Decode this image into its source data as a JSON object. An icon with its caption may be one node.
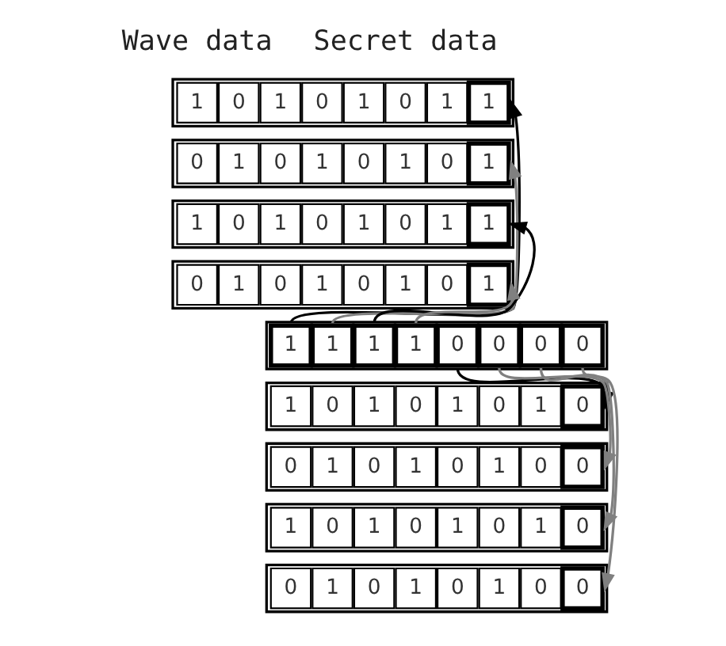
{
  "diagram": {
    "nodes": [
      {
        "text": [],
        "shape": "box"
      },
      {
        "text": [
          "1"
        ],
        "in": 0
      },
      {
        "text": [
          "0"
        ],
        "in": 0
      },
      {
        "text": [
          "1"
        ],
        "in": 0
      },
      {
        "text": [
          "0"
        ],
        "in": 0
      },
      {
        "text": [
          "1"
        ],
        "in": 0
      },
      {
        "text": [
          "0"
        ],
        "in": 0
      },
      {
        "text": [
          "1"
        ],
        "in": 0
      },
      {
        "text": [
          "1"
        ],
        "in": 0
      },
      {
        "text": [],
        "shape": "box"
      },
      {
        "text": [
          "0"
        ],
        "in": 9
      },
      {
        "text": [
          "1"
        ],
        "in": 9
      },
      {
        "text": [
          "0"
        ],
        "in": 9
      },
      {
        "text": [
          "1"
        ],
        "in": 9
      },
      {
        "text": [
          "0"
        ],
        "in": 9
      },
      {
        "text": [
          "1"
        ],
        "in": 9
      },
      {
        "text": [
          "0"
        ],
        "in": 9
      },
      {
        "text": [
          "1"
        ],
        "in": 9
      },
      {
        "text": [],
        "shape": "box"
      },
      {
        "text": [
          "1"
        ],
        "in": 18
      },
      {
        "text": [
          "0"
        ],
        "in": 18
      },
      {
        "text": [
          "1"
        ],
        "in": 18
      },
      {
        "text": [
          "0"
        ],
        "in": 18
      },
      {
        "text": [
          "1"
        ],
        "in": 18
      },
      {
        "text": [
          "0"
        ],
        "in": 18
      },
      {
        "text": [
          "1"
        ],
        "in": 18
      },
      {
        "text": [
          "1"
        ],
        "in": 18
      },
      {
        "text": [],
        "shape": "box"
      },
      {
        "text": [
          "0"
        ],
        "in": 27
      },
      {
        "text": [
          "1"
        ],
        "in": 27
      },
      {
        "text": [
          "0"
        ],
        "in": 27
      },
      {
        "text": [
          "1"
        ],
        "in": 27
      },
      {
        "text": [
          "0"
        ],
        "in": 27
      },
      {
        "text": [
          "1"
        ],
        "in": 27
      },
      {
        "text": [
          "0"
        ],
        "in": 27
      },
      {
        "text": [
          "1"
        ],
        "in": 27
      },
      {
        "text": [],
        "shape": "box"
      },
      {
        "text": [
          "1"
        ],
        "in": 36
      },
      {
        "text": [
          "1"
        ],
        "in": 36
      },
      {
        "text": [
          "1"
        ],
        "in": 36
      },
      {
        "text": [
          "1"
        ],
        "in": 36
      },
      {
        "text": [
          "0"
        ],
        "in": 36
      },
      {
        "text": [
          "0"
        ],
        "in": 36
      },
      {
        "text": [
          "0"
        ],
        "in": 36
      },
      {
        "text": [
          "0"
        ],
        "in": 36
      },
      {
        "text": [],
        "shape": "box"
      },
      {
        "text": [
          "1"
        ],
        "in": 45
      },
      {
        "text": [
          "0"
        ],
        "in": 45
      },
      {
        "text": [
          "1"
        ],
        "in": 45
      },
      {
        "text": [
          "0"
        ],
        "in": 45
      },
      {
        "text": [
          "1"
        ],
        "in": 45
      },
      {
        "text": [
          "0"
        ],
        "in": 45
      },
      {
        "text": [
          "1"
        ],
        "in": 45
      },
      {
        "text": [
          "0"
        ],
        "in": 45
      },
      {
        "text": [],
        "shape": "box"
      },
      {
        "text": [
          "0"
        ],
        "in": 54
      },
      {
        "text": [
          "1"
        ],
        "in": 54
      },
      {
        "text": [
          "0"
        ],
        "in": 54
      },
      {
        "text": [
          "1"
        ],
        "in": 54
      },
      {
        "text": [
          "0"
        ],
        "in": 54
      },
      {
        "text": [
          "1"
        ],
        "in": 54
      },
      {
        "text": [
          "0"
        ],
        "in": 54
      },
      {
        "text": [
          "0"
        ],
        "in": 54
      },
      {
        "text": [],
        "shape": "box"
      },
      {
        "text": [
          "1"
        ],
        "in": 63
      },
      {
        "text": [
          "0"
        ],
        "in": 63
      },
      {
        "text": [
          "1"
        ],
        "in": 63
      },
      {
        "text": [
          "0"
        ],
        "in": 63
      },
      {
        "text": [
          "1"
        ],
        "in": 63
      },
      {
        "text": [
          "0"
        ],
        "in": 63
      },
      {
        "text": [
          "1"
        ],
        "in": 63
      },
      {
        "text": [
          "0"
        ],
        "in": 63
      },
      {
        "text": [],
        "shape": "box"
      },
      {
        "text": [
          "0"
        ],
        "in": 72
      },
      {
        "text": [
          "1"
        ],
        "in": 72
      },
      {
        "text": [
          "0"
        ],
        "in": 72
      },
      {
        "text": [
          "1"
        ],
        "in": 72
      },
      {
        "text": [
          "0"
        ],
        "in": 72
      },
      {
        "text": [
          "1"
        ],
        "in": 72
      },
      {
        "text": [
          "0"
        ],
        "in": 72
      },
      {
        "text": [
          "0"
        ],
        "in": 72
      }
    ],
    "edges": [
      {
        "from": 37,
        "to": 8,
        "arrow": "to",
        "color": "#000000"
      },
      {
        "from": 38,
        "to": 17,
        "arrow": "to"
      },
      {
        "from": 39,
        "to": 26,
        "arrow": "to",
        "color": "#000000"
      },
      {
        "from": 40,
        "to": 35,
        "arrow": "to"
      },
      {
        "from": 41,
        "to": 53,
        "arrow": "to",
        "color": "#000000"
      },
      {
        "from": 42,
        "to": 62,
        "arrow": "to"
      },
      {
        "from": 43,
        "to": 71,
        "arrow": "to"
      },
      {
        "from": 44,
        "to": 80,
        "arrow": "to"
      }
    ],
    "labels": [
      "Wave data",
      "Secret data"
    ]
  }
}
